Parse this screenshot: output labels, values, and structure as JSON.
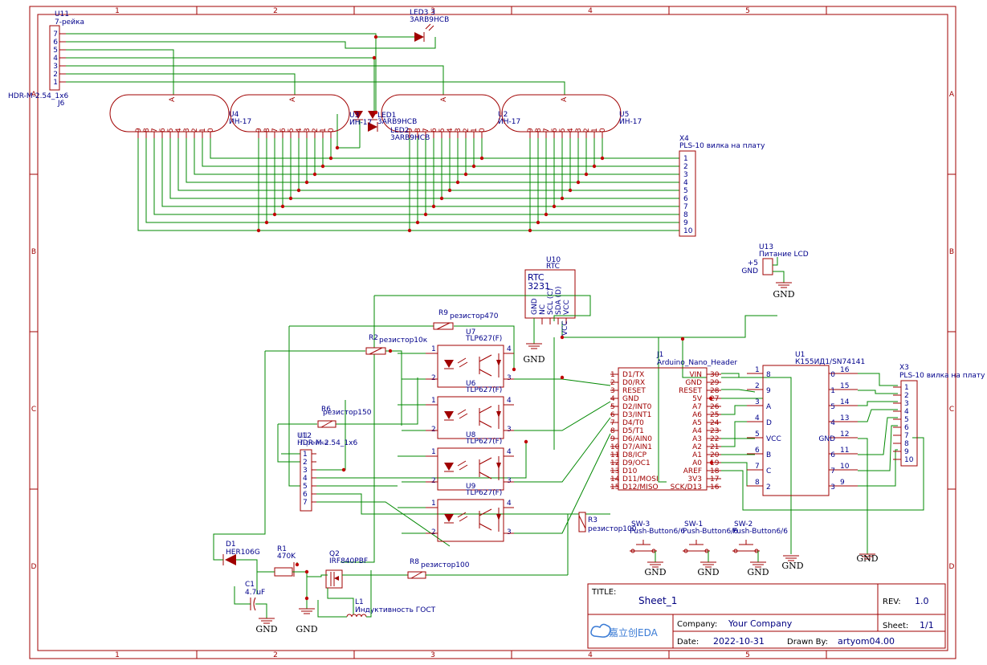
{
  "frame": {
    "columns": [
      "1",
      "2",
      "3",
      "4",
      "5"
    ],
    "rows": [
      "A",
      "B",
      "C",
      "D"
    ]
  },
  "components": {
    "u11": {
      "ref": "U11",
      "value": "7-рейка",
      "pins": [
        "7",
        "6",
        "5",
        "4",
        "3",
        "2",
        "1"
      ],
      "extra_ref": "J6",
      "extra_value": "HDR-M-2.54_1x6"
    },
    "led3": {
      "ref": "LED3 3",
      "value": "3АRВ9НСВ"
    },
    "led1": {
      "ref": "LED1",
      "value": "3АRВ9НСВ"
    },
    "led2": {
      "ref": "LED2",
      "value": "3АRВ9НСВ"
    },
    "u3": {
      "ref": "U3",
      "value": "ИН-17"
    },
    "tubes": [
      {
        "ref": "U4",
        "value": "ИН-17",
        "anode": "A",
        "digits": [
          "9",
          "8",
          "7",
          "6",
          "5",
          "4",
          "3",
          "2",
          "1",
          "0"
        ]
      },
      {
        "ref": "U3",
        "value": "ИН-17",
        "anode": "A",
        "digits": [
          "9",
          "8",
          "7",
          "6",
          "5",
          "4",
          "3",
          "2",
          "1",
          "0"
        ]
      },
      {
        "ref": "U2",
        "value": "ИН-17",
        "anode": "A",
        "digits": [
          "9",
          "8",
          "7",
          "6",
          "5",
          "4",
          "3",
          "2",
          "1",
          "0"
        ]
      },
      {
        "ref": "U5",
        "value": "ИН-17",
        "anode": "A",
        "digits": [
          "9",
          "8",
          "7",
          "6",
          "5",
          "4",
          "3",
          "2",
          "1",
          "0"
        ]
      }
    ],
    "x4": {
      "ref": "X4",
      "value": "PLS-10 вилка на плату",
      "pins": [
        "1",
        "2",
        "3",
        "4",
        "5",
        "6",
        "7",
        "8",
        "9",
        "10"
      ]
    },
    "u13": {
      "ref": "U13",
      "value": "Питание LCD",
      "pin1": "+5",
      "pin2": "GND"
    },
    "u10": {
      "ref": "U10",
      "value": "RTC",
      "body1": "RTC",
      "body2": "3231",
      "pins": [
        "GND",
        "NC",
        "SCL (C)",
        "SDA (D)",
        "VCC"
      ]
    },
    "r9": {
      "ref": "R9",
      "value": "резистор470"
    },
    "r2": {
      "ref": "R2",
      "value": "резистор10к"
    },
    "r6": {
      "ref": "R6",
      "value": "резистор150"
    },
    "r3": {
      "ref": "R3",
      "value": "резистор100"
    },
    "r8": {
      "ref": "R8",
      "value": "резистор100"
    },
    "r1": {
      "ref": "R1",
      "value": "470K"
    },
    "optos": [
      {
        "ref": "U7",
        "value": "TLP627(F)",
        "label_above": "U7"
      },
      {
        "ref": "U6",
        "value": "TLP627(F)",
        "label_above": "U6"
      },
      {
        "ref": "U8",
        "value": "TLP627(F)",
        "label_above": "U8"
      },
      {
        "ref": "U9",
        "value": "TLP627(F)",
        "label_above": "U9"
      }
    ],
    "u12": {
      "ref": "U12",
      "value": "HDR-M-2.54_1x6",
      "overlap_ref": "U1",
      "overlap_value": "7-рейка",
      "pins": [
        "1",
        "2",
        "3",
        "4",
        "5",
        "6",
        "7"
      ]
    },
    "j1": {
      "ref": "J1",
      "value": "Arduino_Nano_Header",
      "left_nums": [
        "1",
        "2",
        "3",
        "4",
        "5",
        "6",
        "7",
        "8",
        "9",
        "10",
        "11",
        "12",
        "13",
        "14",
        "15"
      ],
      "left_names": [
        "D1/TX",
        "D0/RX",
        "RESET",
        "GND",
        "D2/INT0",
        "D3/INT1",
        "D4/T0",
        "D5/T1",
        "D6/AIN0",
        "D7/AIN1",
        "D8/ICP",
        "D9/OC1",
        "D10",
        "D11/MOSI",
        "D12/MISO"
      ],
      "right_nums": [
        "30",
        "29",
        "28",
        "27",
        "26",
        "25",
        "24",
        "23",
        "22",
        "21",
        "20",
        "19",
        "18",
        "17",
        "16"
      ],
      "right_names": [
        "VIN",
        "GND",
        "RESET",
        "5V",
        "A7",
        "A6",
        "A5",
        "A4",
        "A3",
        "A2",
        "A1",
        "A0",
        "AREF",
        "3V3",
        "SCK/D13"
      ]
    },
    "u1": {
      "ref": "U1",
      "value": "К155ИД1/SN74141",
      "left_nums": [
        "1",
        "2",
        "3",
        "4",
        "5",
        "6",
        "7",
        "8"
      ],
      "left_names": [
        "8",
        "9",
        "A",
        "D",
        "VCC",
        "B",
        "C",
        "2"
      ],
      "right_nums": [
        "16",
        "15",
        "14",
        "13",
        "12",
        "11",
        "10",
        "9"
      ],
      "right_names": [
        "0",
        "1",
        "5",
        "4",
        "GND",
        "6",
        "7",
        "3"
      ]
    },
    "x3": {
      "ref": "X3",
      "value": "PLS-10 вилка на плату",
      "pins": [
        "1",
        "2",
        "3",
        "4",
        "5",
        "6",
        "7",
        "8",
        "9",
        "10"
      ]
    },
    "sw3": {
      "ref": "SW-3",
      "value": "Push-Button6/6"
    },
    "sw1": {
      "ref": "SW-1",
      "value": "Push-Button6/6"
    },
    "sw2": {
      "ref": "SW-2",
      "value": "Push-Button6/6"
    },
    "d1": {
      "ref": "D1",
      "value": "HER106G"
    },
    "c1": {
      "ref": "C1",
      "value": "4.7uF"
    },
    "q2": {
      "ref": "Q2",
      "value": "IRF840PBF"
    },
    "l1": {
      "ref": "L1",
      "value": "Индуктивность ГОСТ"
    }
  },
  "gnd_label": "GND",
  "vcc_label": "VCC",
  "title_block": {
    "title_label": "TITLE:",
    "title": "Sheet_1",
    "rev_label": "REV:",
    "rev": "1.0",
    "company_label": "Company:",
    "company": "Your Company",
    "sheet_label": "Sheet:",
    "sheet": "1/1",
    "date_label": "Date:",
    "date": "2022-10-31",
    "drawn_label": "Drawn By:",
    "drawn_by": "artyom04.00",
    "logo_text": "嘉立创EDA"
  },
  "colors": {
    "frame": "#a00000",
    "wire": "#008800",
    "label": "#00008b",
    "junction": "#c00000"
  }
}
